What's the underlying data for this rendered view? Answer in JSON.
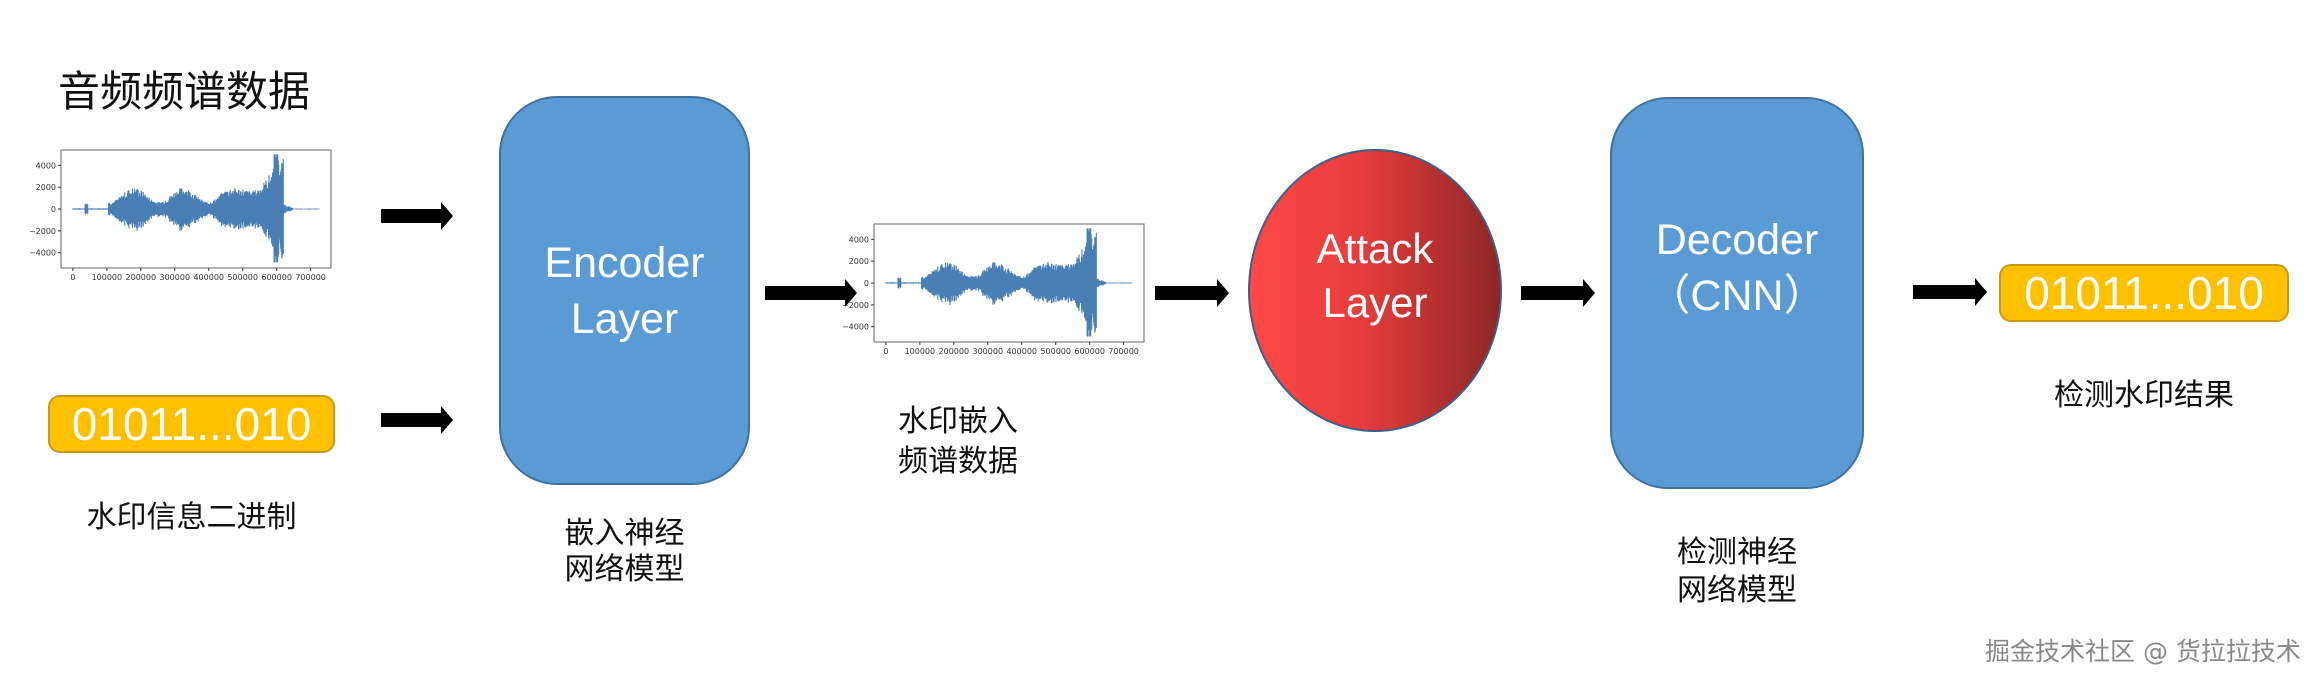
{
  "input_section": {
    "title": "音频频谱数据",
    "watermark_bits": "01011...010",
    "watermark_caption": "水印信息二进制"
  },
  "encoder": {
    "line1": "Encoder",
    "line2": "Layer",
    "caption_line1": "嵌入神经",
    "caption_line2": "网络模型"
  },
  "watermarked": {
    "caption_line1": "水印嵌入",
    "caption_line2": "频谱数据"
  },
  "attack": {
    "line1": "Attack",
    "line2": "Layer"
  },
  "decoder": {
    "line1": "Decoder",
    "line2": "（CNN）",
    "caption_line1": "检测神经",
    "caption_line2": "网络模型"
  },
  "output": {
    "bits": "01011...010",
    "caption": "检测水印结果"
  },
  "footer_watermark": "掘金技术社区 @ 货拉拉技术",
  "waveform_plot": {
    "y_ticks": [
      "4000",
      "2000",
      "0",
      "−2000",
      "−4000"
    ],
    "y_tick_values": [
      4000,
      2000,
      0,
      -2000,
      -4000
    ],
    "x_ticks": [
      "0",
      "100000",
      "200000",
      "300000",
      "400000",
      "500000",
      "600000",
      "700000"
    ],
    "x_tick_values": [
      0,
      100000,
      200000,
      300000,
      400000,
      500000,
      600000,
      700000
    ],
    "xlim": [
      -35000,
      760000
    ],
    "ylim": [
      -5400,
      5400
    ]
  },
  "colors": {
    "block_blue": "#5b9bd5",
    "bits_yellow": "#ffc000",
    "wave_blue": "#4a7fb5",
    "attack_red": "#ff4848"
  }
}
